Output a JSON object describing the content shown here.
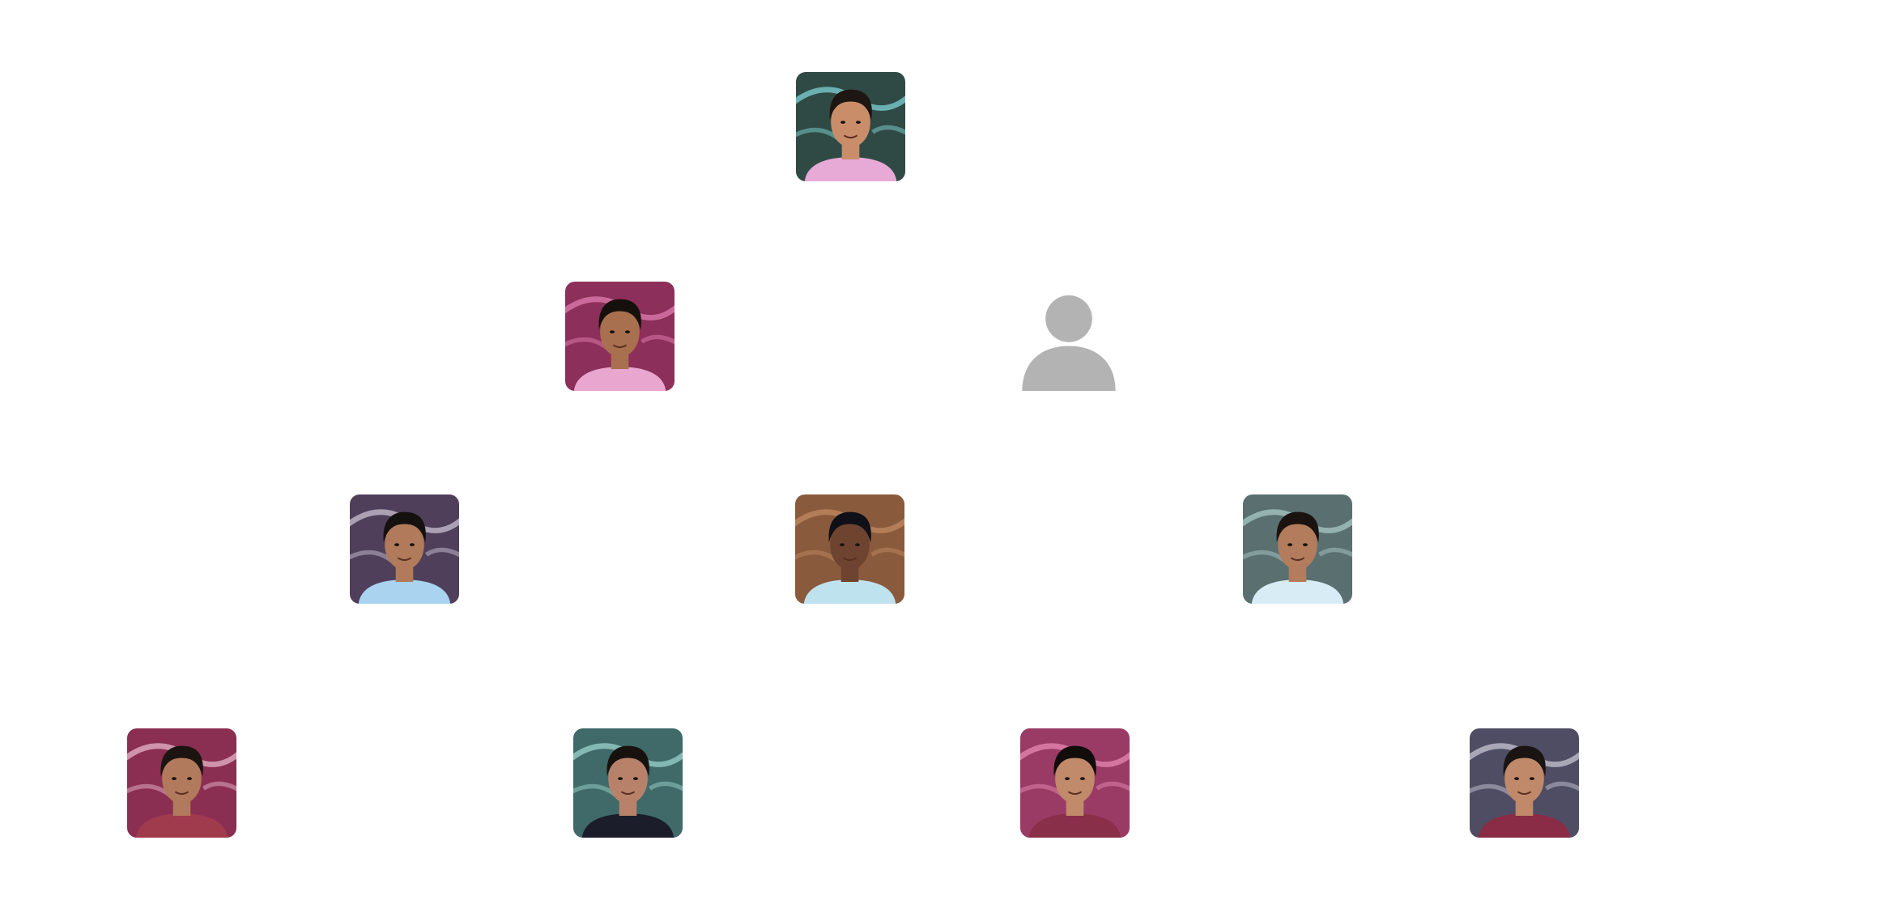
{
  "tree": {
    "nodes": [
      {
        "id": "root",
        "kind": "photo",
        "background": "#2f4a45",
        "accent": "#7fd3d6",
        "shirt": "#e7a9d6",
        "skin": "#c98d6a",
        "hair": "#1e1612"
      },
      {
        "id": "l1a",
        "kind": "photo",
        "background": "#8c2f5a",
        "accent": "#e07fb0",
        "shirt": "#e9a6cf",
        "skin": "#a9704f",
        "hair": "#16100d"
      },
      {
        "id": "l1b",
        "kind": "placeholder",
        "color": "#b3b3b3"
      },
      {
        "id": "l2a",
        "kind": "photo",
        "background": "#4f3f5a",
        "accent": "#c9c2d3",
        "shirt": "#a9d3ef",
        "skin": "#b07a5b",
        "hair": "#15110f"
      },
      {
        "id": "l2b",
        "kind": "photo",
        "background": "#8a5a3c",
        "accent": "#c08a62",
        "shirt": "#bfe2ef",
        "skin": "#6e4330",
        "hair": "#101018"
      },
      {
        "id": "l2c",
        "kind": "photo",
        "background": "#5a6f70",
        "accent": "#a8c9c6",
        "shirt": "#d8ecf6",
        "skin": "#b27c5d",
        "hair": "#1a130f"
      },
      {
        "id": "l3a",
        "kind": "photo",
        "background": "#8a2e52",
        "accent": "#e6b6c9",
        "shirt": "#a03a4d",
        "skin": "#b27a5c",
        "hair": "#1b1410"
      },
      {
        "id": "l3b",
        "kind": "photo",
        "background": "#3f6a69",
        "accent": "#9bd3cc",
        "shirt": "#1b1e2a",
        "skin": "#b8826a",
        "hair": "#18120f"
      },
      {
        "id": "l3c",
        "kind": "photo",
        "background": "#9a3b66",
        "accent": "#e58ab3",
        "shirt": "#8a2f49",
        "skin": "#c08a6b",
        "hair": "#120d0b"
      },
      {
        "id": "l3d",
        "kind": "photo",
        "background": "#4f4d63",
        "accent": "#c7c6d3",
        "shirt": "#8a2c45",
        "skin": "#c0896a",
        "hair": "#1a1512"
      }
    ]
  }
}
